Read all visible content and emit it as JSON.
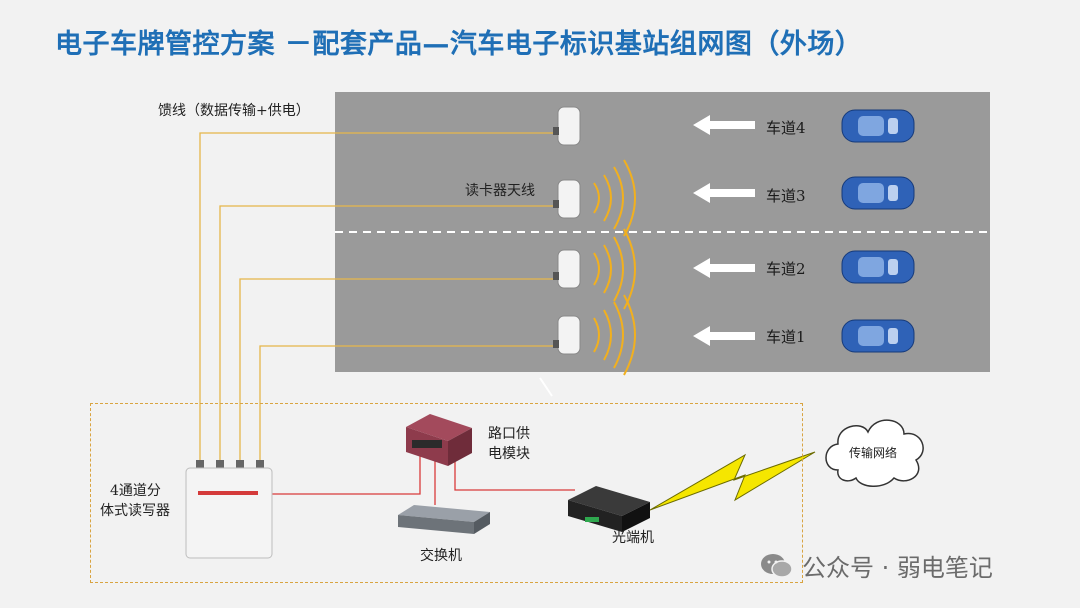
{
  "title": "电子车牌管控方案   －配套产品—汽车电子标识基站组网图（外场）",
  "labels": {
    "feeder": "馈线（数据传输+供电）",
    "antenna": "读卡器天线",
    "reader_line1": "4通道分",
    "reader_line2": "体式读写器",
    "power_line1": "路口供",
    "power_line2": "电模块",
    "switch": "交换机",
    "optical": "光端机",
    "network": "传输网络"
  },
  "lanes": [
    {
      "label": "车道4"
    },
    {
      "label": "车道3"
    },
    {
      "label": "车道2"
    },
    {
      "label": "车道1"
    }
  ],
  "watermark": "公众号 · 弱电笔记",
  "colors": {
    "title": "#1f6fb6",
    "road": "#9a9a9a",
    "feeder": "#e6b64a",
    "signal": "#f2b01e",
    "network_line": "#d93b3b",
    "lightning": "#f5e600"
  }
}
